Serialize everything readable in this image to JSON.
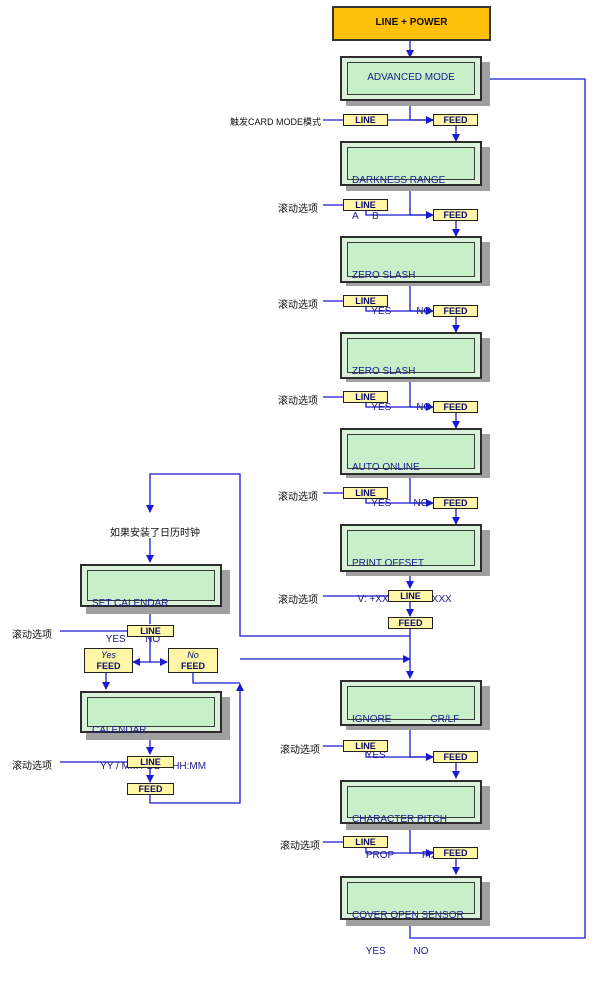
{
  "start_label": "LINE + POWER",
  "advanced_mode": "ADVANCED MODE",
  "trigger_card_mode": "触发CARD MODE模式",
  "scroll_option": "滚动选项",
  "if_calendar_installed": "如果安装了日历时钟",
  "buttons": {
    "line": "LINE",
    "feed": "FEED",
    "yes": "Yes",
    "no": "No"
  },
  "screens": {
    "darkness": [
      "DARKNESS RANGE",
      "A     B"
    ],
    "zero1": [
      "ZERO SLASH",
      "       YES         NO"
    ],
    "zero2": [
      "ZERO SLASH",
      "       YES         NO"
    ],
    "auto": [
      "AUTO ONLINE",
      "       YES        NO"
    ],
    "print": [
      "PRINT OFFSET",
      "  V: +XXXX    H: +XXX"
    ],
    "ignore": [
      "IGNORE              CR/LF",
      "     YES                   NO"
    ],
    "pitch": [
      "CHARACTER PITCH",
      "     PROP          FIXED"
    ],
    "cover": [
      "COVER OPEN SENSOR",
      "     YES          NO"
    ],
    "setcal": [
      "SET CALENDAR",
      "     YES       NO"
    ],
    "calendar": [
      "CALENDAR",
      "   YY / MM / DD    HH:MM"
    ]
  }
}
